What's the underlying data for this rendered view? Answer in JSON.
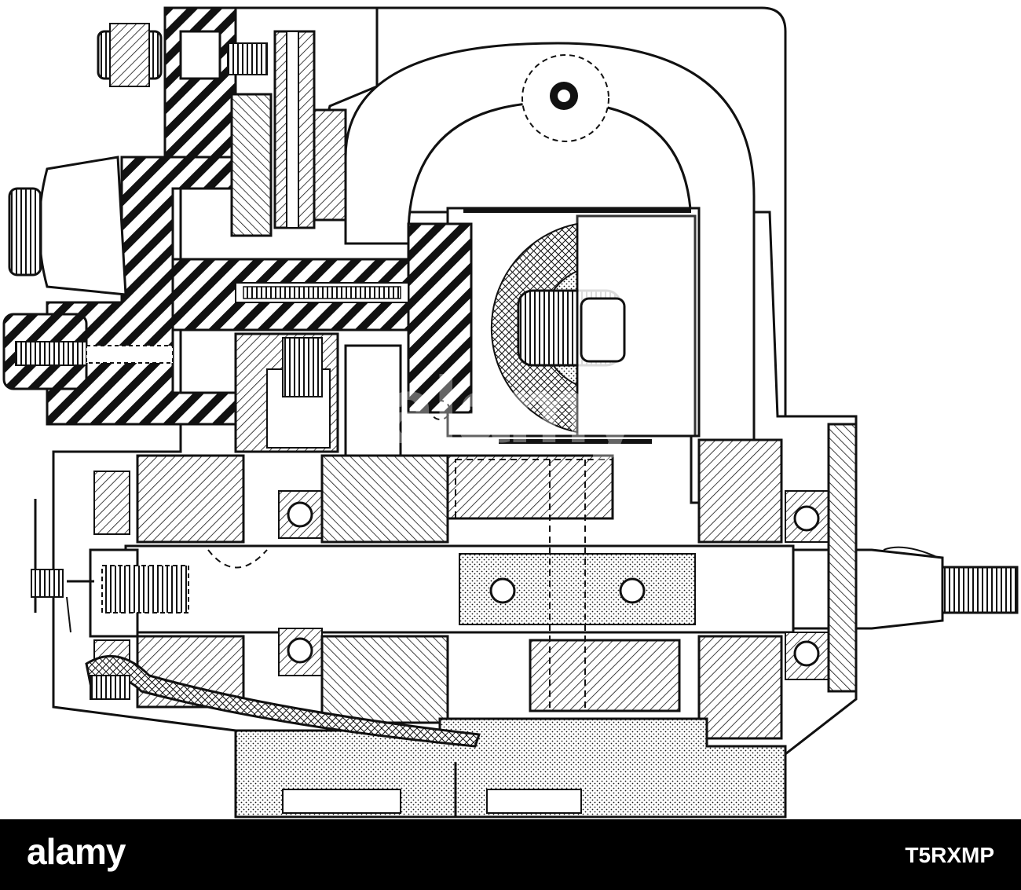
{
  "image": {
    "subject": "",
    "style": "black-and-white engraving, sectional view"
  },
  "footer": {
    "logo_text": "alamy",
    "stock_id": "T5RXMP",
    "background_color": "#000000",
    "text_color": "#ffffff"
  },
  "watermark": {
    "text": "alamy"
  },
  "colors": {
    "ink": "#111111",
    "paper": "#ffffff"
  }
}
